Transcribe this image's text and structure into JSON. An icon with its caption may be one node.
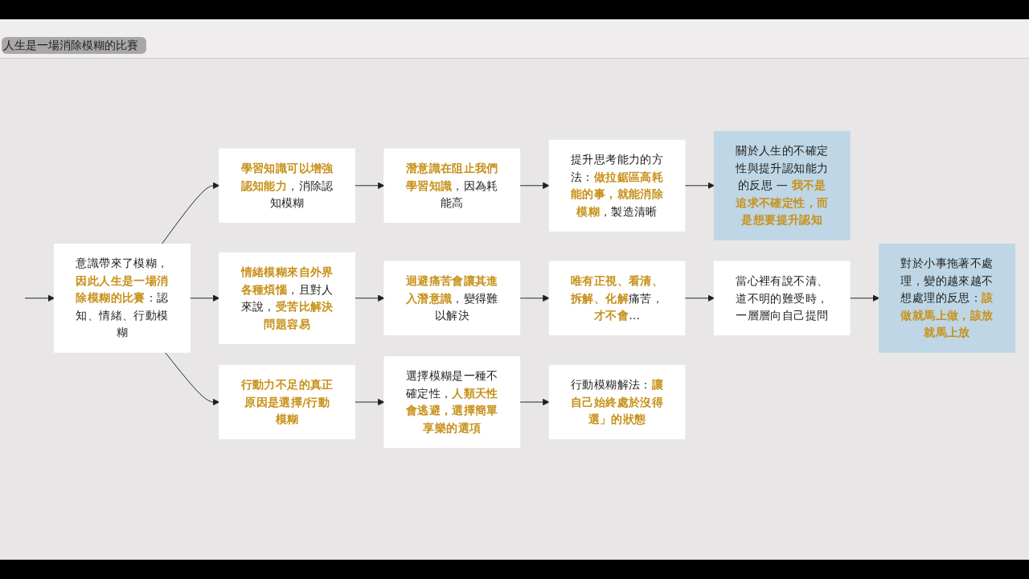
{
  "diagram": {
    "title": "人生是一場消除模糊的比賽",
    "nodes": [
      {
        "text": [
          "意識帶來了模糊，**因此人生是一場消除模糊的比賽**：認知、情緒、行動模糊"
        ]
      },
      {
        "text": [
          "**學習知識可以增強認知能力**，消除認知模糊"
        ]
      },
      {
        "text": [
          "**潛意識在阻止我們學習知識**，因為耗能高"
        ]
      },
      {
        "text": [
          "提升思考能力的方法：**做拉鋸區高耗能的事，就能消除模糊**，製造清晰"
        ]
      },
      {
        "text": [
          "關於人生的不確定性與提升認知能力的反思 — **我不是追求不確定性，而是想要提升認知**"
        ]
      },
      {
        "text": [
          "**情緒模糊來自外界各種煩惱**，且對人來說，**受苦比解決問題容易**"
        ]
      },
      {
        "text": [
          "**迴避痛苦會讓其進入潛意識**，變得難以解決"
        ]
      },
      {
        "text": [
          "**唯有正視、看清、拆解、化解**痛苦，**才不會**..."
        ]
      },
      {
        "text": [
          "當心裡有說不清、道不明的難受時，一層層向自己提問"
        ]
      },
      {
        "text": [
          "對於小事拖著不處理，變的越來越不想處理的反思：**該做就馬上做，該放就馬上放**"
        ]
      },
      {
        "text": [
          "行動力不足的真正原因是選擇/行動模糊"
        ]
      },
      {
        "text": [
          "選擇模糊是一種不確定性，**人類天性會逃避，選擇簡單享樂的選項**"
        ]
      },
      {
        "text": [
          "行動模糊解法：**讓自己始終處於沒得選」的狀態**"
        ]
      }
    ],
    "edges": [
      {
        "from": null,
        "to": 0,
        "arrow": "to"
      },
      {
        "from": 0,
        "to": 1,
        "arrow": "to"
      },
      {
        "from": 0,
        "to": 5,
        "arrow": "to"
      },
      {
        "from": 0,
        "to": 10,
        "arrow": "to"
      },
      {
        "from": 1,
        "to": 2,
        "arrow": "to"
      },
      {
        "from": 2,
        "to": 3,
        "arrow": "to"
      },
      {
        "from": 3,
        "to": 4,
        "arrow": "to"
      },
      {
        "from": 5,
        "to": 6,
        "arrow": "to"
      },
      {
        "from": 6,
        "to": 7,
        "arrow": "to"
      },
      {
        "from": 7,
        "to": 8,
        "arrow": "to"
      },
      {
        "from": 8,
        "to": 9,
        "arrow": "to"
      },
      {
        "from": 10,
        "to": 11,
        "arrow": "to"
      },
      {
        "from": 11,
        "to": 12,
        "arrow": "to"
      }
    ]
  }
}
